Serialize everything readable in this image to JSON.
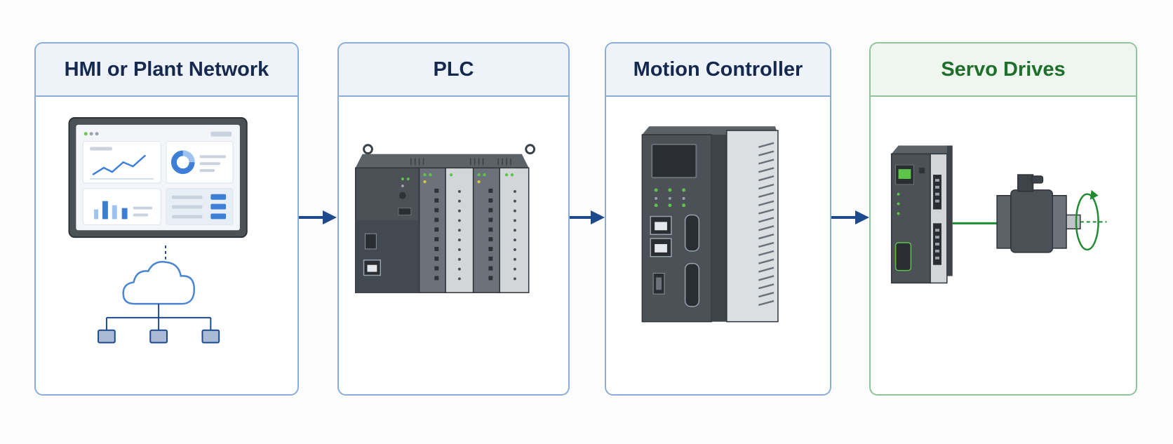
{
  "panels": [
    {
      "title": "HMI or Plant Network",
      "icon": "hmi-touchscreen-and-network-icon"
    },
    {
      "title": "PLC",
      "icon": "plc-rack-icon"
    },
    {
      "title": "Motion Controller",
      "icon": "motion-controller-icon"
    },
    {
      "title": "Servo Drives",
      "icon": "servo-drive-and-motor-icon"
    }
  ],
  "colors": {
    "panel_border": "#8aaed8",
    "header_bg": "#eef3fa",
    "title_text": "#15294f",
    "servo_border": "#8fc39a",
    "servo_header_bg": "#eef6ef",
    "servo_title_text": "#1f6e2b",
    "arrow": "#1c4a8c",
    "device_dark": "#4b5157",
    "led_green": "#5dc44a"
  }
}
